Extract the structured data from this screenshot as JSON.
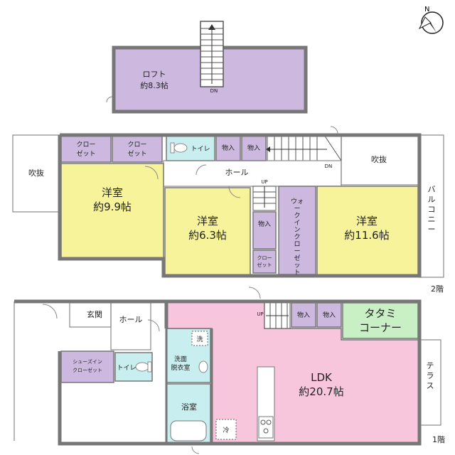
{
  "compass": {
    "letter": "N"
  },
  "floor_labels": {
    "second": "2階",
    "first": "1階"
  },
  "loft": {
    "name": "ロフト",
    "area": "約8.3帖",
    "stair_dn": "DN"
  },
  "second_floor": {
    "void_left": "吹抜",
    "void_right": "吹抜",
    "closet1": [
      "クロー",
      "ゼット"
    ],
    "closet2": [
      "クロー",
      "ゼット"
    ],
    "toilet": "トイレ",
    "storage1": "物入",
    "storage2": "物入",
    "hall": "ホール",
    "stair_up": "UP",
    "stair_dn": "DN",
    "room_a": {
      "name": "洋室",
      "area": "約9.9帖"
    },
    "room_b": {
      "name": "洋室",
      "area": "約6.3帖"
    },
    "room_c": {
      "name": "洋室",
      "area": "約11.6帖"
    },
    "storage3": "物入",
    "small_closet": [
      "クロー",
      "ゼット"
    ],
    "walkin": [
      "ウォ",
      "ー",
      "ク",
      "イ",
      "ン",
      "ク",
      "ロ",
      "ー",
      "ゼ",
      "ッ",
      "ト"
    ],
    "balcony": [
      "バ",
      "ル",
      "コ",
      "ニ",
      "ー"
    ]
  },
  "first_floor": {
    "entrance": "玄関",
    "hall": "ホール",
    "shoe_closet": [
      "シューズイン",
      "クローゼット"
    ],
    "toilet": "トイレ",
    "wash": [
      "洗面",
      "脱衣室"
    ],
    "washer_mark": "洗",
    "bath": "浴室",
    "fridge_mark": "冷",
    "stair_up": "UP",
    "storage1": "物入",
    "storage2": "物入",
    "tatami": [
      "タタミ",
      "コーナー"
    ],
    "ldk": {
      "name": "LDK",
      "area": "約20.7帖"
    },
    "terrace": [
      "テ",
      "ラ",
      "ス"
    ]
  },
  "colors": {
    "loft": "#cdb8e0",
    "closet": "#cdb8e0",
    "toilet": "#c8eef0",
    "bedroom": "#f7f39a",
    "ldk": "#f7c6dc",
    "tatami": "#c9efc4"
  }
}
